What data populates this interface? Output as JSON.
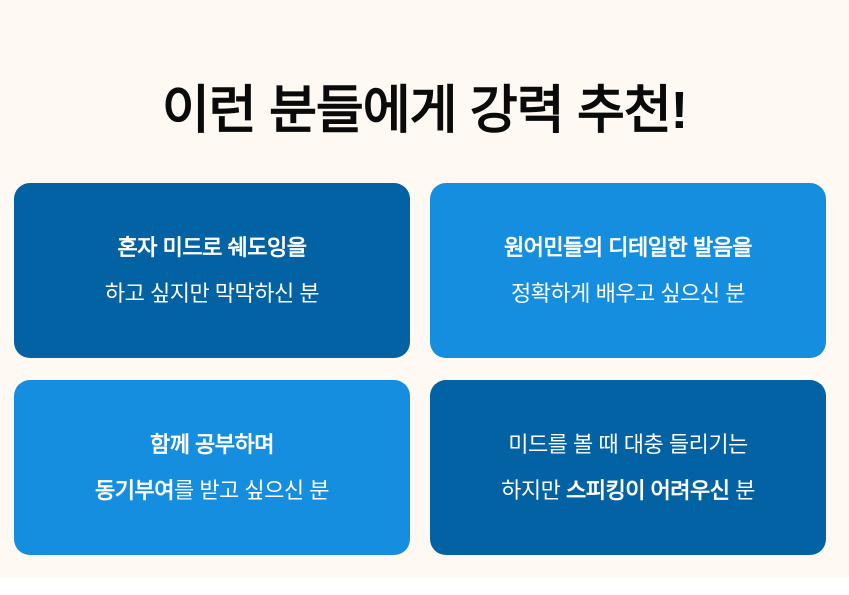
{
  "title": "이런 분들에게 강력 추천!",
  "colors": {
    "dark_card": "#0262a4",
    "light_card": "#168ee0",
    "background": "#fef9f2"
  },
  "cards": [
    {
      "line1": [
        {
          "text": "혼자 미드로 쉐도잉을",
          "bold": true
        }
      ],
      "line2": [
        {
          "text": "하고 싶지만 막막하신 분",
          "bold": false
        }
      ]
    },
    {
      "line1": [
        {
          "text": "원어민들의 디테일한 발음을",
          "bold": true
        }
      ],
      "line2": [
        {
          "text": "정확하게 배우고 싶으신 분",
          "bold": false
        }
      ]
    },
    {
      "line1": [
        {
          "text": "함께 공부하며",
          "bold": true
        }
      ],
      "line2": [
        {
          "text": "동기부여",
          "bold": true
        },
        {
          "text": "를 받고 싶으신 분",
          "bold": false
        }
      ]
    },
    {
      "line1": [
        {
          "text": "미드를 볼 때 대충 들리기는",
          "bold": false
        }
      ],
      "line2": [
        {
          "text": "하지만 ",
          "bold": false
        },
        {
          "text": "스피킹이 어려우신",
          "bold": true
        },
        {
          "text": " 분",
          "bold": false
        }
      ]
    }
  ]
}
